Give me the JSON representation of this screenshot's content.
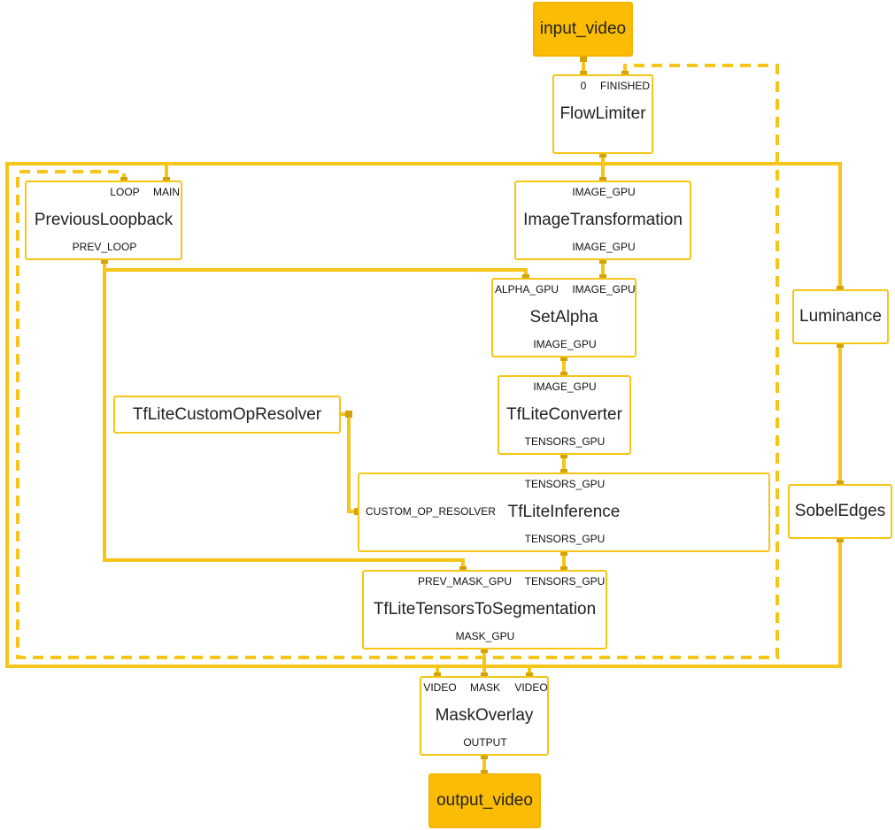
{
  "colors": {
    "edge": "#f5c518",
    "io_fill": "#fbbc05",
    "port": "#d4a106"
  },
  "nodes": {
    "input_video": {
      "title": "input_video"
    },
    "flow_limiter": {
      "title": "FlowLimiter",
      "in": [
        "0",
        "FINISHED"
      ]
    },
    "previous_loopback": {
      "title": "PreviousLoopback",
      "in": [
        "LOOP",
        "MAIN"
      ],
      "out": [
        "PREV_LOOP"
      ]
    },
    "image_transformation": {
      "title": "ImageTransformation",
      "in": [
        "IMAGE_GPU"
      ],
      "out": [
        "IMAGE_GPU"
      ]
    },
    "set_alpha": {
      "title": "SetAlpha",
      "in": [
        "ALPHA_GPU",
        "IMAGE_GPU"
      ],
      "out": [
        "IMAGE_GPU"
      ]
    },
    "luminance": {
      "title": "Luminance"
    },
    "tflite_custom_op_resolver": {
      "title": "TfLiteCustomOpResolver"
    },
    "tflite_converter": {
      "title": "TfLiteConverter",
      "in": [
        "IMAGE_GPU"
      ],
      "out": [
        "TENSORS_GPU"
      ]
    },
    "tflite_inference": {
      "title": "TfLiteInference",
      "in": [
        "TENSORS_GPU"
      ],
      "left_in": [
        "CUSTOM_OP_RESOLVER"
      ],
      "out": [
        "TENSORS_GPU"
      ]
    },
    "sobel_edges": {
      "title": "SobelEdges"
    },
    "tflite_tensors_to_segmentation": {
      "title": "TfLiteTensorsToSegmentation",
      "in": [
        "PREV_MASK_GPU",
        "TENSORS_GPU"
      ],
      "out": [
        "MASK_GPU"
      ]
    },
    "mask_overlay": {
      "title": "MaskOverlay",
      "in": [
        "VIDEO",
        "MASK",
        "VIDEO"
      ],
      "out": [
        "OUTPUT"
      ]
    },
    "output_video": {
      "title": "output_video"
    }
  }
}
